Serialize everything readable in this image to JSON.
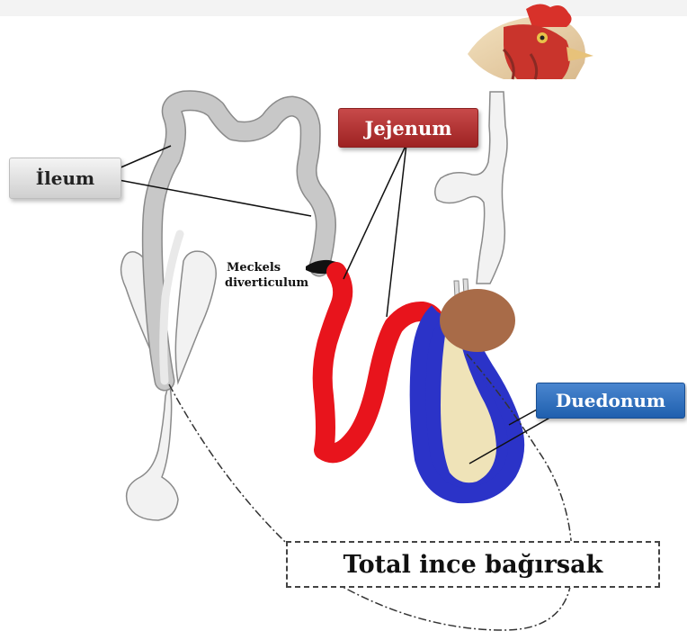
{
  "labels": {
    "ileum": "İleum",
    "jejenum": "Jejenum",
    "duedonum": "Duedonum",
    "meckels_line1": "Meckels",
    "meckels_line2": "diverticulum",
    "total": "Total ince bağırsak"
  },
  "colors": {
    "ileum_fill": "#c8c8c8",
    "jejenum_fill": "#e8141c",
    "duodenum_fill": "#2b33c8",
    "pancreas_fill": "#efe3b8",
    "gizzard_fill": "#a86b48"
  },
  "icons": [
    "chicken-head-icon"
  ]
}
